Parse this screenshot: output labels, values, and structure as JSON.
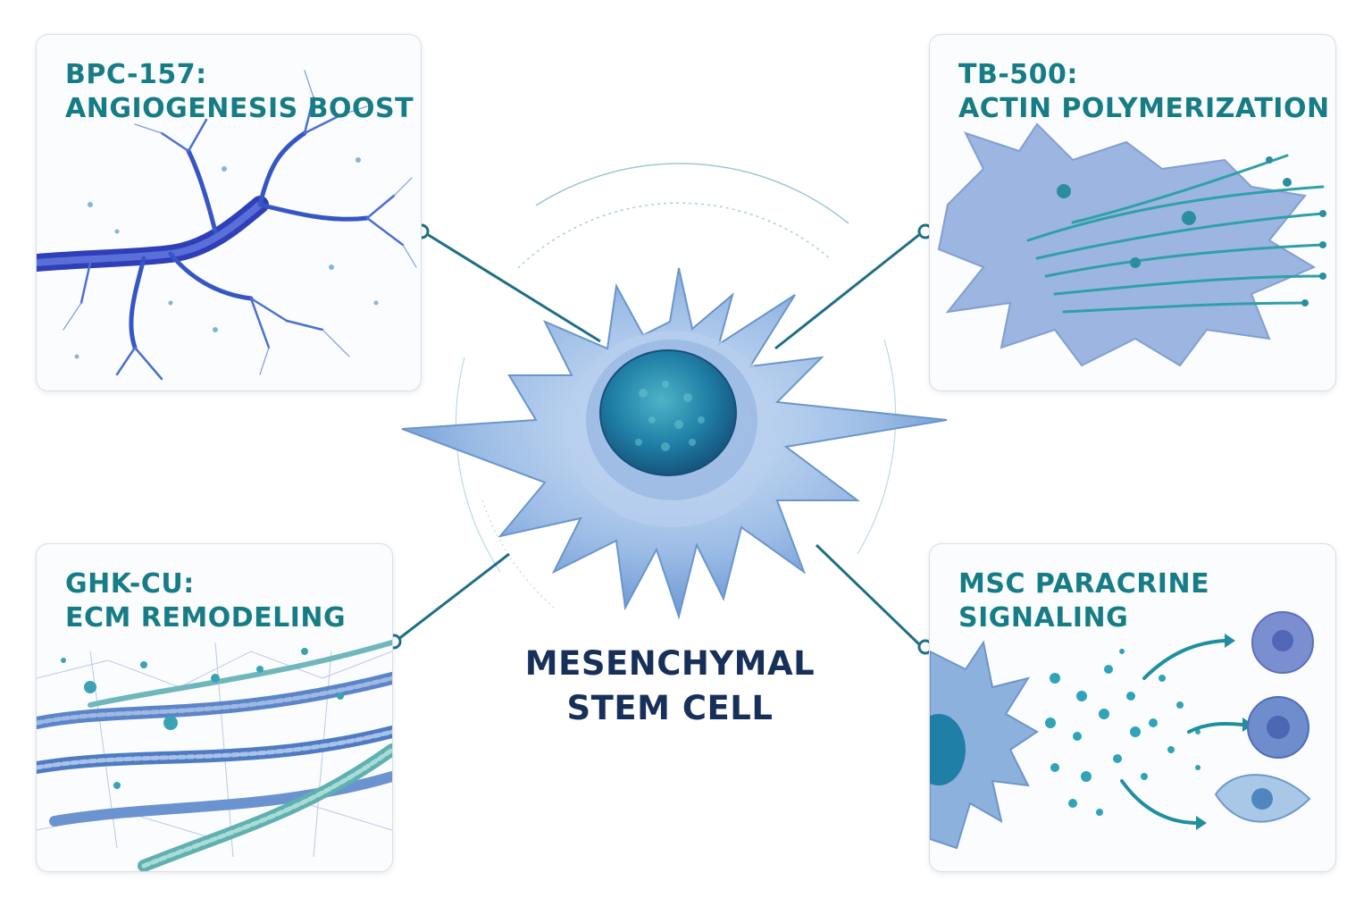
{
  "panels": {
    "top_left": {
      "title_line1": "BPC-157:",
      "title_line2": "ANGIOGENESIS BOOST"
    },
    "top_right": {
      "title_line1": "TB-500:",
      "title_line2": "ACTIN POLYMERIZATION"
    },
    "bottom_left": {
      "title_line1": "GHK-CU:",
      "title_line2": "ECM REMODELING"
    },
    "bottom_right": {
      "title_line1": "MSC PARACRINE",
      "title_line2": "SIGNALING"
    }
  },
  "center": {
    "label_line1": "MESENCHYMAL",
    "label_line2": "STEM CELL"
  },
  "colors": {
    "title": "#167c86",
    "center_label": "#17305a",
    "connector": "#1f6f86",
    "cell_body": "#8fb4e0",
    "nucleus": "#1f7fa6",
    "vessel": "#3556c4",
    "fiber": "#2f9ea8",
    "particle": "#35a8b8"
  },
  "icons": [
    "blood-vessel-icon",
    "actin-filament-icon",
    "collagen-fiber-icon",
    "paracrine-particles-icon",
    "stem-cell-icon"
  ]
}
